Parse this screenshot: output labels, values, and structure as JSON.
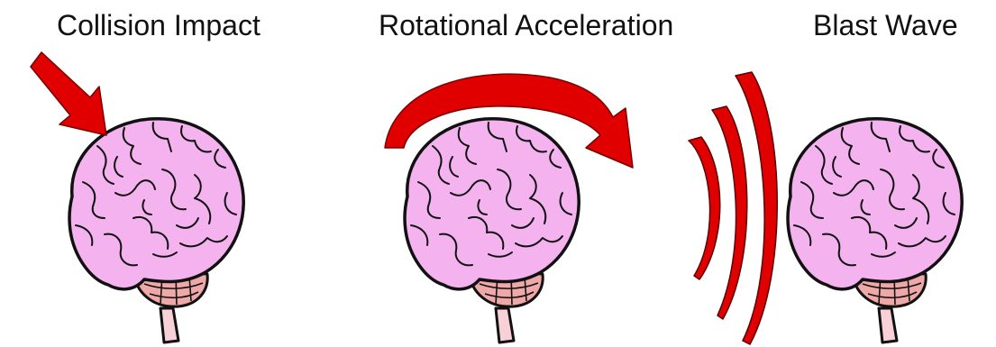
{
  "panels": [
    {
      "label": "Collision Impact",
      "brain_icon": "brain-icon",
      "force_icon": "diagonal-arrow-icon"
    },
    {
      "label": "Rotational Acceleration",
      "brain_icon": "brain-icon",
      "force_icon": "curved-arrow-icon"
    },
    {
      "label": "Blast Wave",
      "brain_icon": "brain-icon",
      "force_icon": "wave-arcs-icon"
    }
  ],
  "colors": {
    "arrow": "#e00000",
    "brain": "#f4b2ee",
    "cerebellum": "#efa8a8",
    "outline": "#111111"
  }
}
